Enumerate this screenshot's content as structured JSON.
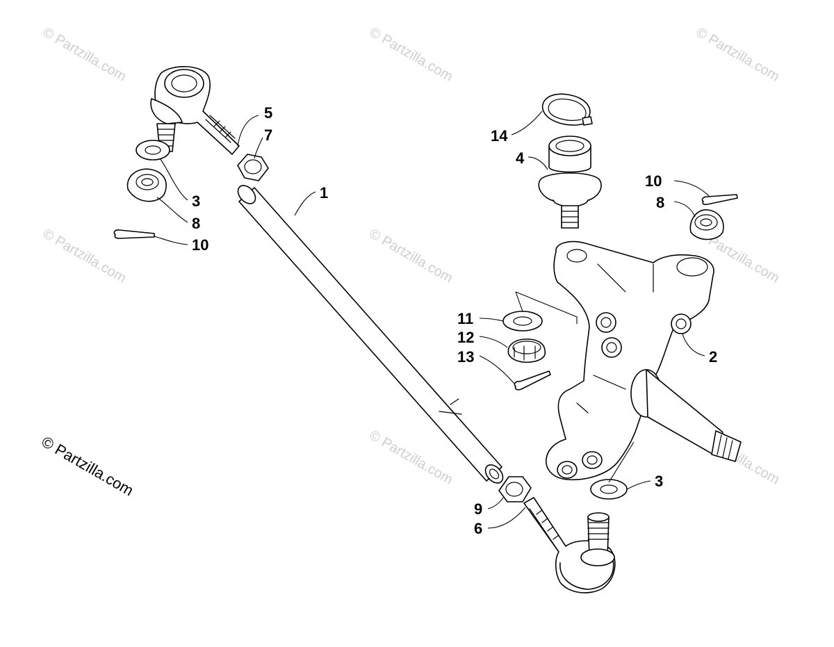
{
  "watermark": "© Partzilla.com",
  "copyright": "© Partzilla.com",
  "callouts": [
    {
      "id": "c5",
      "label": "5"
    },
    {
      "id": "c7",
      "label": "7"
    },
    {
      "id": "c3a",
      "label": "3"
    },
    {
      "id": "c8a",
      "label": "8"
    },
    {
      "id": "c10a",
      "label": "10"
    },
    {
      "id": "c1",
      "label": "1"
    },
    {
      "id": "c14",
      "label": "14"
    },
    {
      "id": "c4",
      "label": "4"
    },
    {
      "id": "c10b",
      "label": "10"
    },
    {
      "id": "c8b",
      "label": "8"
    },
    {
      "id": "c11",
      "label": "11"
    },
    {
      "id": "c12",
      "label": "12"
    },
    {
      "id": "c13",
      "label": "13"
    },
    {
      "id": "c2",
      "label": "2"
    },
    {
      "id": "c3b",
      "label": "3"
    },
    {
      "id": "c9",
      "label": "9"
    },
    {
      "id": "c6",
      "label": "6"
    }
  ]
}
